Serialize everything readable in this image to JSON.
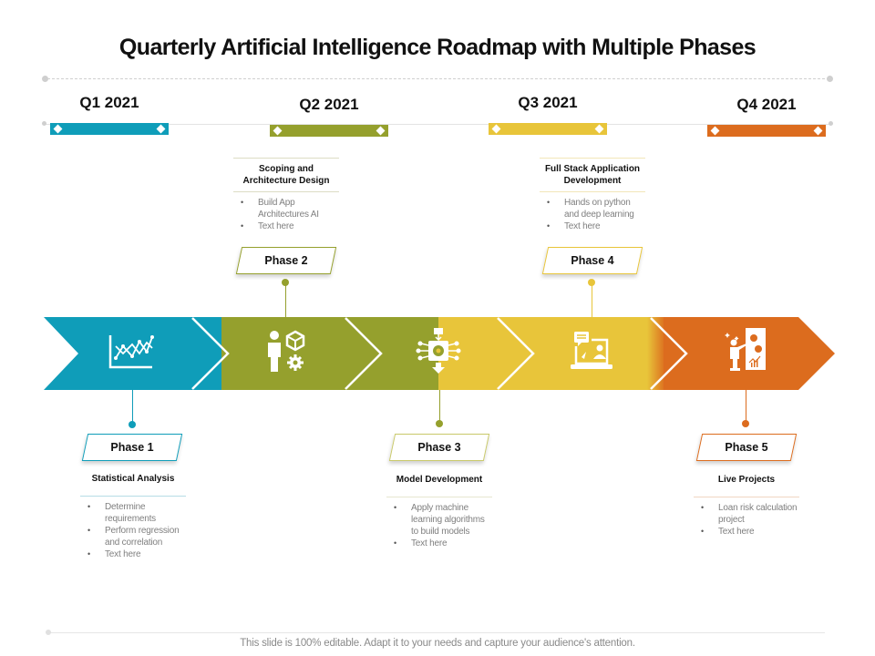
{
  "title": "Quarterly Artificial Intelligence Roadmap with Multiple Phases",
  "colors": {
    "teal": "#0f9db9",
    "olive": "#95a02d",
    "yellow": "#e8c53a",
    "orange": "#dc6c1e"
  },
  "quarters": [
    {
      "label": "Q1 2021",
      "color": "#0f9db9"
    },
    {
      "label": "Q2 2021",
      "color": "#95a02d"
    },
    {
      "label": "Q3 2021",
      "color": "#e8c53a"
    },
    {
      "label": "Q4 2021",
      "color": "#dc6c1e"
    }
  ],
  "phases": [
    {
      "label": "Phase 1",
      "heading": "Statistical Analysis",
      "bullets": [
        "Determine requirements",
        "Perform regression and correlation",
        "Text here"
      ],
      "icon": "line-chart-icon",
      "color": "#0f9db9"
    },
    {
      "label": "Phase 2",
      "heading": "Scoping and Architecture Design",
      "bullets": [
        "Build App Architectures AI",
        "Text here"
      ],
      "icon": "person-cube-gear-icon",
      "color": "#95a02d"
    },
    {
      "label": "Phase 3",
      "heading": "Model Development",
      "bullets": [
        "Apply machine learning algorithms to build models",
        "Text here"
      ],
      "icon": "ai-chip-icon",
      "color": "#95a02d"
    },
    {
      "label": "Phase 4",
      "heading": "Full Stack Application Development",
      "bullets": [
        "Hands on python and deep learning",
        "Text here"
      ],
      "icon": "laptop-chat-icon",
      "color": "#e8c53a"
    },
    {
      "label": "Phase 5",
      "heading": "Live Projects",
      "bullets": [
        "Loan risk calculation project",
        "Text here"
      ],
      "icon": "presenter-board-icon",
      "color": "#dc6c1e"
    }
  ],
  "footer": "This slide is 100% editable. Adapt it to your needs and capture your audience's attention."
}
